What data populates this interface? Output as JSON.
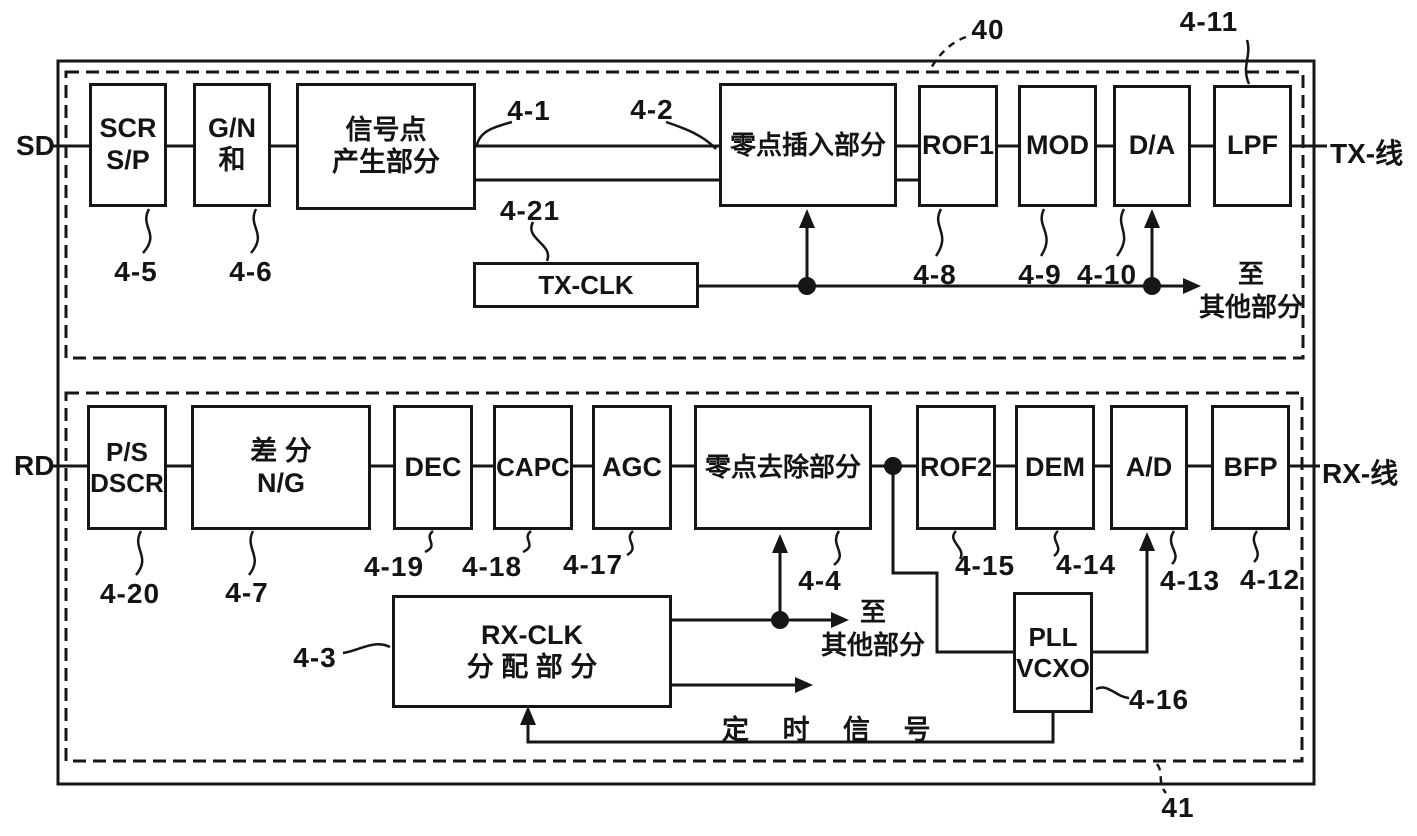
{
  "diagram": {
    "colors": {
      "ink": "#161616",
      "paper": "#ffffff"
    },
    "ports": {
      "sd": "SD",
      "rd": "RD",
      "tx_line": "TX-线",
      "rx_line": "RX-线"
    },
    "tx": {
      "blocks": {
        "scr": {
          "l1": "SCR",
          "l2": "S/P"
        },
        "gn": {
          "l1": "G/N",
          "l2": "和"
        },
        "sigpoint": {
          "l1": "信号点",
          "l2": "产生部分"
        },
        "zero_insert": {
          "l1": "零点插入部分"
        },
        "rof1": {
          "l1": "ROF1"
        },
        "mod": {
          "l1": "MOD"
        },
        "da": {
          "l1": "D/A"
        },
        "lpf": {
          "l1": "LPF"
        },
        "tx_clk": {
          "l1": "TX-CLK"
        }
      },
      "to_others": {
        "l1": "至",
        "l2": "其他部分"
      }
    },
    "rx": {
      "blocks": {
        "ps_dscr": {
          "l1": "P/S",
          "l2": "DSCR"
        },
        "diff_ng": {
          "l1": "差 分",
          "l2": "N/G"
        },
        "dec": {
          "l1": "DEC"
        },
        "capc": {
          "l1": "CAPC"
        },
        "agc": {
          "l1": "AGC"
        },
        "zero_remove": {
          "l1": "零点去除部分"
        },
        "rof2": {
          "l1": "ROF2"
        },
        "dem": {
          "l1": "DEM"
        },
        "ad": {
          "l1": "A/D"
        },
        "bfp": {
          "l1": "BFP"
        },
        "rx_clk": {
          "l1": "RX-CLK",
          "l2": "分 配 部 分"
        },
        "pll": {
          "l1": "PLL",
          "l2": "VCXO"
        }
      },
      "to_others": {
        "l1": "至",
        "l2": "其他部分"
      },
      "timing_signal": "定 时 信 号"
    },
    "refs": {
      "r40": "40",
      "r41": "41",
      "r4_1": "4-1",
      "r4_2": "4-2",
      "r4_3": "4-3",
      "r4_4": "4-4",
      "r4_5": "4-5",
      "r4_6": "4-6",
      "r4_7": "4-7",
      "r4_8": "4-8",
      "r4_9": "4-9",
      "r4_10": "4-10",
      "r4_11": "4-11",
      "r4_12": "4-12",
      "r4_13": "4-13",
      "r4_14": "4-14",
      "r4_15": "4-15",
      "r4_16": "4-16",
      "r4_17": "4-17",
      "r4_18": "4-18",
      "r4_19": "4-19",
      "r4_20": "4-20",
      "r4_21": "4-21"
    }
  }
}
